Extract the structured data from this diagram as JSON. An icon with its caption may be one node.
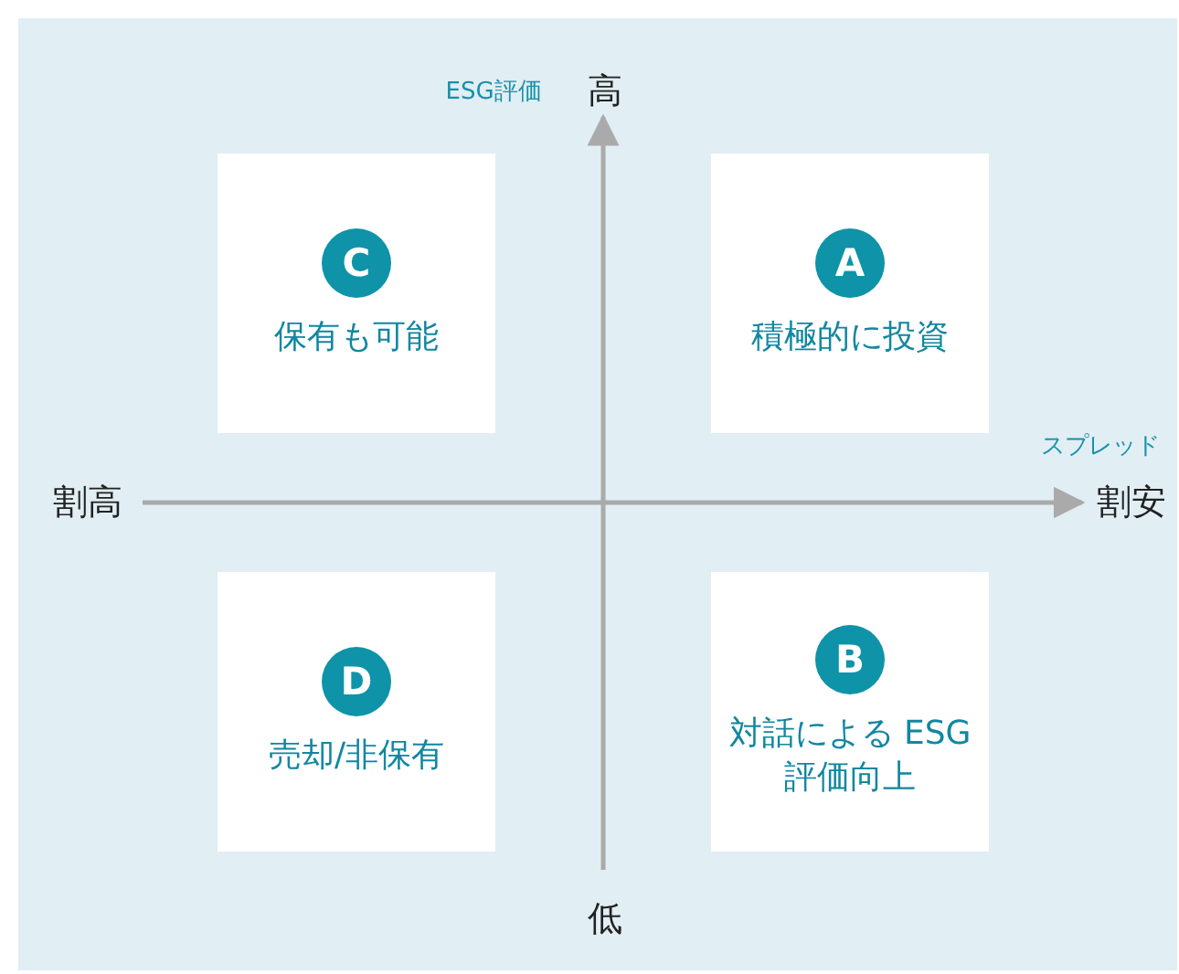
{
  "diagram": {
    "nodes": [
      {
        "text": [
          "C",
          "保有も可能"
        ]
      },
      {
        "text": [
          "A",
          "積極的に投資"
        ]
      },
      {
        "text": [
          "D",
          "売却/非保有"
        ]
      },
      {
        "text": [
          "B",
          "対話による ESG評価向上"
        ]
      }
    ],
    "labels": [
      "ESG評価",
      "高",
      "スプレッド",
      "割高",
      "割安",
      "低"
    ]
  }
}
